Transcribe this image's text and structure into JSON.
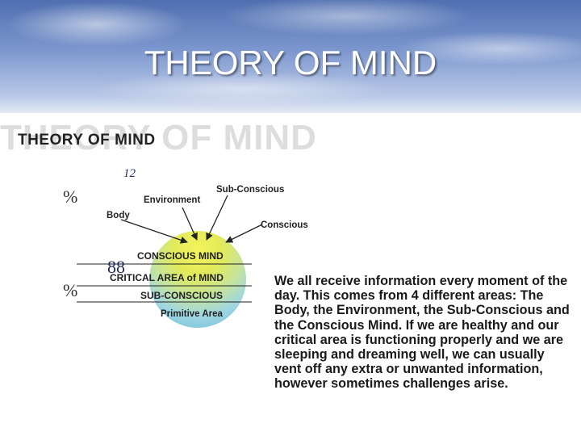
{
  "slide": {
    "title": "THEORY OF MIND"
  },
  "figure": {
    "heading": "THEORY OF MIND",
    "labels": {
      "sub_conscious": "Sub-Conscious",
      "environment": "Environment",
      "body": "Body",
      "conscious": "Conscious"
    },
    "layers": {
      "conscious_mind": "CONSCIOUS MIND",
      "critical_area": "CRITICAL AREA of MIND",
      "sub_conscious": "SUB-CONSCIOUS",
      "primitive": "Primitive Area"
    },
    "annotations": {
      "top_number": "12",
      "mid_number": "88",
      "pct_upper": "%",
      "pct_lower": "%"
    },
    "paragraph": "We all receive information every moment of the day. This comes from 4 different areas: The Body, the Environment, the Sub-Conscious and the Conscious Mind. If we are healthy and our critical area is functioning properly and we are sleeping and dreaming well, we can usually vent off any extra or unwanted information, however sometimes challenges arise."
  },
  "colors": {
    "sphere_top": "#e8ec52",
    "sphere_bottom": "#8fd0e6",
    "text": "#1a1a1a"
  }
}
